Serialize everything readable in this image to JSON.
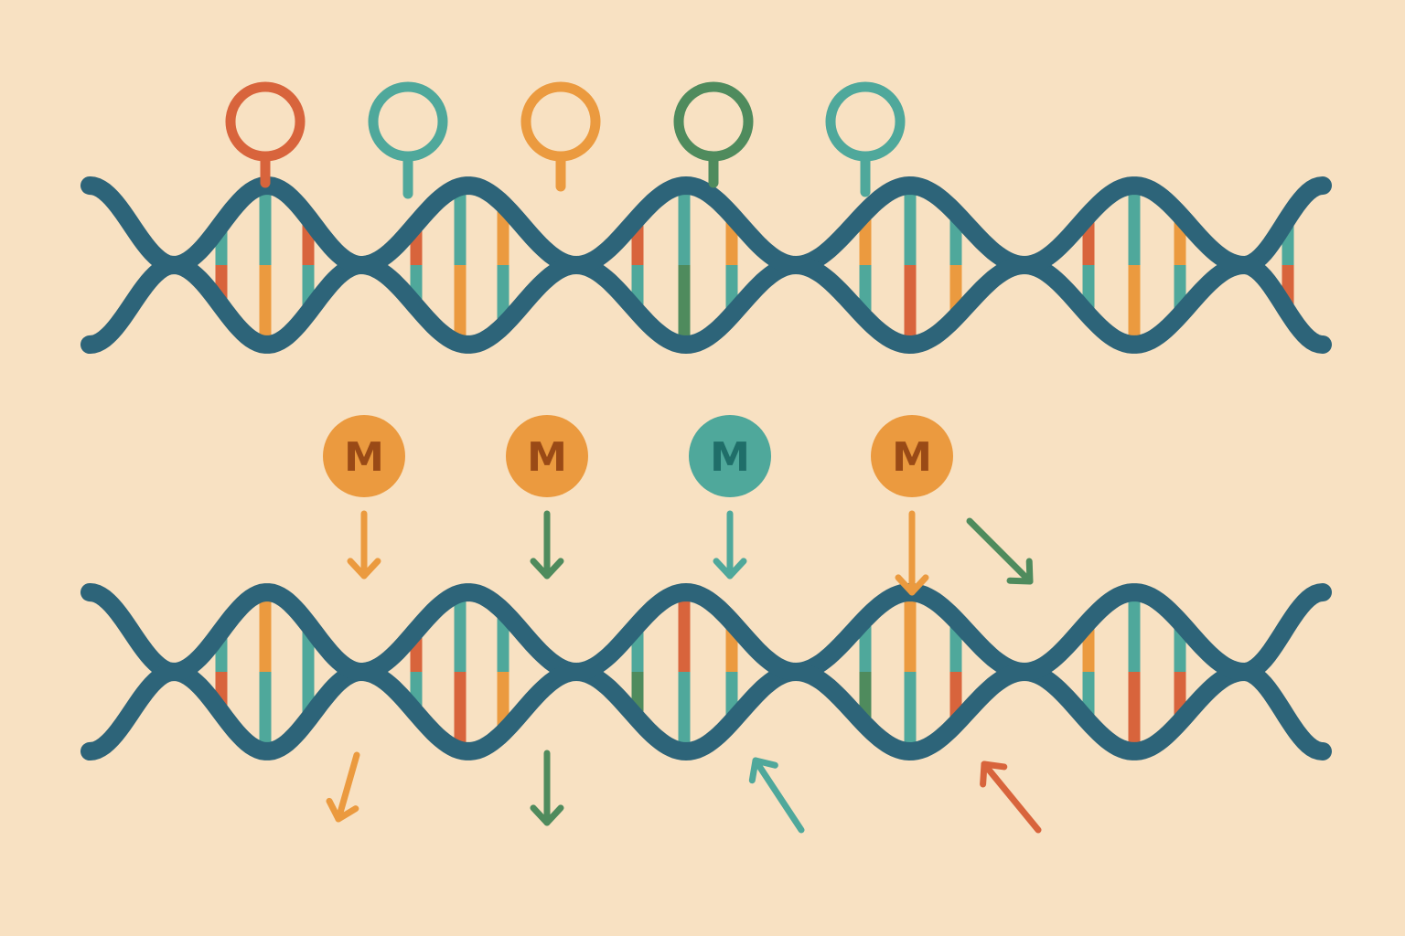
{
  "colors": {
    "background": "#f8e1c2",
    "strand": "#2d6479",
    "red": "#d8643c",
    "teal": "#4fa89b",
    "orange": "#eb9a3f",
    "green": "#4f8b5d",
    "m_text_orange": "#9a4a16",
    "m_text_teal": "#1f6e69"
  },
  "top_helix": {
    "rings": [
      "red",
      "teal",
      "orange",
      "green",
      "teal"
    ],
    "rungs": [
      [
        "teal",
        "red"
      ],
      [
        "teal",
        "orange"
      ],
      [
        "red",
        "teal"
      ],
      [
        "red",
        "teal"
      ],
      [
        "teal",
        "orange"
      ],
      [
        "orange",
        "teal"
      ],
      [
        "red",
        "teal"
      ],
      [
        "teal",
        "green"
      ],
      [
        "orange",
        "teal"
      ],
      [
        "orange",
        "teal"
      ],
      [
        "teal",
        "red"
      ],
      [
        "teal",
        "orange"
      ],
      [
        "red",
        "teal"
      ],
      [
        "teal",
        "orange"
      ],
      [
        "orange",
        "teal"
      ],
      [
        "teal",
        "red"
      ]
    ]
  },
  "methyl_groups": [
    {
      "label": "M",
      "color": "orange",
      "text_color": "m_text_orange",
      "arrow_color": "orange"
    },
    {
      "label": "M",
      "color": "orange",
      "text_color": "m_text_orange",
      "arrow_color": "green"
    },
    {
      "label": "M",
      "color": "teal",
      "text_color": "m_text_teal",
      "arrow_color": "teal"
    },
    {
      "label": "M",
      "color": "orange",
      "text_color": "m_text_orange",
      "arrow_color": "orange"
    }
  ],
  "bottom_helix": {
    "rungs": [
      [
        "teal",
        "red"
      ],
      [
        "orange",
        "teal"
      ],
      [
        "teal",
        "teal"
      ],
      [
        "red",
        "teal"
      ],
      [
        "teal",
        "red"
      ],
      [
        "teal",
        "orange"
      ],
      [
        "teal",
        "green"
      ],
      [
        "red",
        "teal"
      ],
      [
        "orange",
        "teal"
      ],
      [
        "teal",
        "green"
      ],
      [
        "orange",
        "teal"
      ],
      [
        "teal",
        "red"
      ],
      [
        "orange",
        "teal"
      ],
      [
        "teal",
        "red"
      ],
      [
        "teal",
        "red"
      ]
    ]
  },
  "extra_arrows": [
    "green",
    "orange",
    "green",
    "teal",
    "red"
  ]
}
